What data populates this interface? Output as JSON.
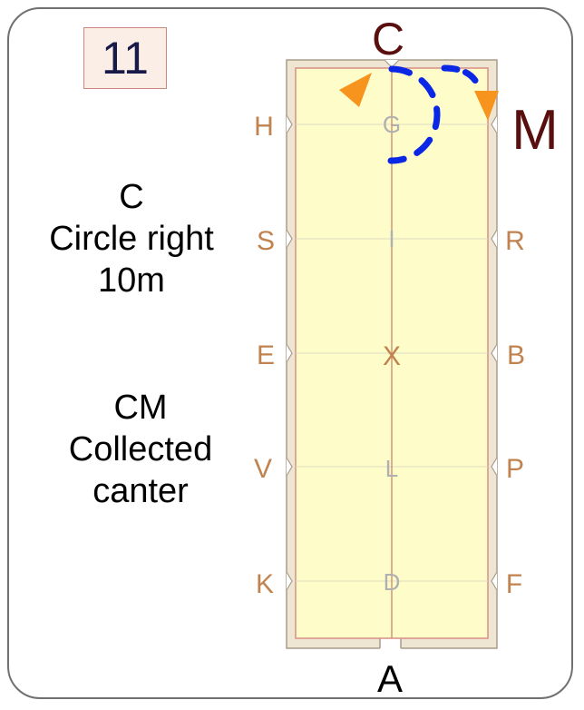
{
  "test_number": "11",
  "instructions": [
    {
      "marker": "C",
      "lines": [
        "Circle right",
        "10m"
      ]
    },
    {
      "marker": "CM",
      "lines": [
        "Collected",
        "canter"
      ]
    }
  ],
  "arena": {
    "letters_left": [
      "H",
      "S",
      "E",
      "V",
      "K"
    ],
    "letters_right": [
      "M",
      "R",
      "B",
      "P",
      "F"
    ],
    "centerline": [
      "G",
      "I",
      "X",
      "L",
      "D"
    ],
    "top_letter": "C",
    "bottom_letter": "A"
  },
  "colors": {
    "arena_fill": "#fefcc9",
    "arena_border": "#d88f86",
    "surround": "#efe5d3",
    "letter": "#c0834f",
    "centerline_letter": "#b0b0b0",
    "path": "#0a27e6",
    "arrow": "#f7941d",
    "marker_dark": "#5a0f0f"
  }
}
